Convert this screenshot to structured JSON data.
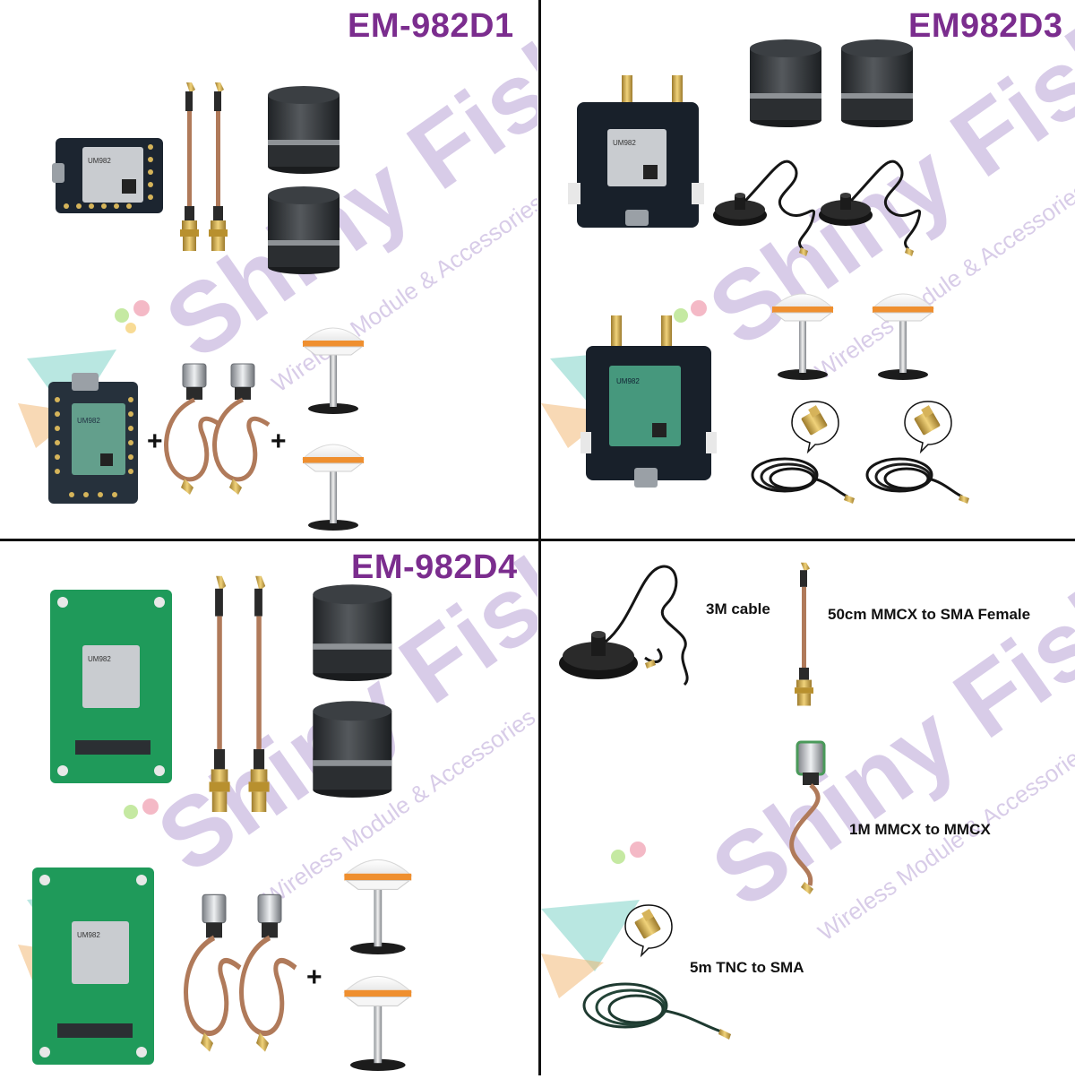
{
  "quadrants": {
    "top_left": {
      "title": "EM-982D1"
    },
    "top_right": {
      "title": "EM982D3"
    },
    "bottom_left": {
      "title": "EM-982D4"
    },
    "bottom_right": {
      "labels": {
        "cable_3m": "3M cable",
        "mmcx_sma": "50cm MMCX to SMA Female",
        "mmcx_mmcx": "1M MMCX to MMCX",
        "tnc_sma": "5m TNC to SMA"
      }
    }
  },
  "plus_sign": "+",
  "watermark": {
    "brand": "Shiny Fish",
    "tagline": "Wireless Module & Accessories"
  },
  "board_chip_text": "UM982",
  "colors": {
    "title": "#7b2d8e",
    "board_dark": "#1b2430",
    "board_green": "#1f9a5a",
    "cable_copper": "#b07a5a",
    "connector_gold": "#c8a04a",
    "antenna_body": "#3a3d40",
    "watermark_green": "#a8d88a",
    "watermark_purple": "#b9a3d6"
  }
}
